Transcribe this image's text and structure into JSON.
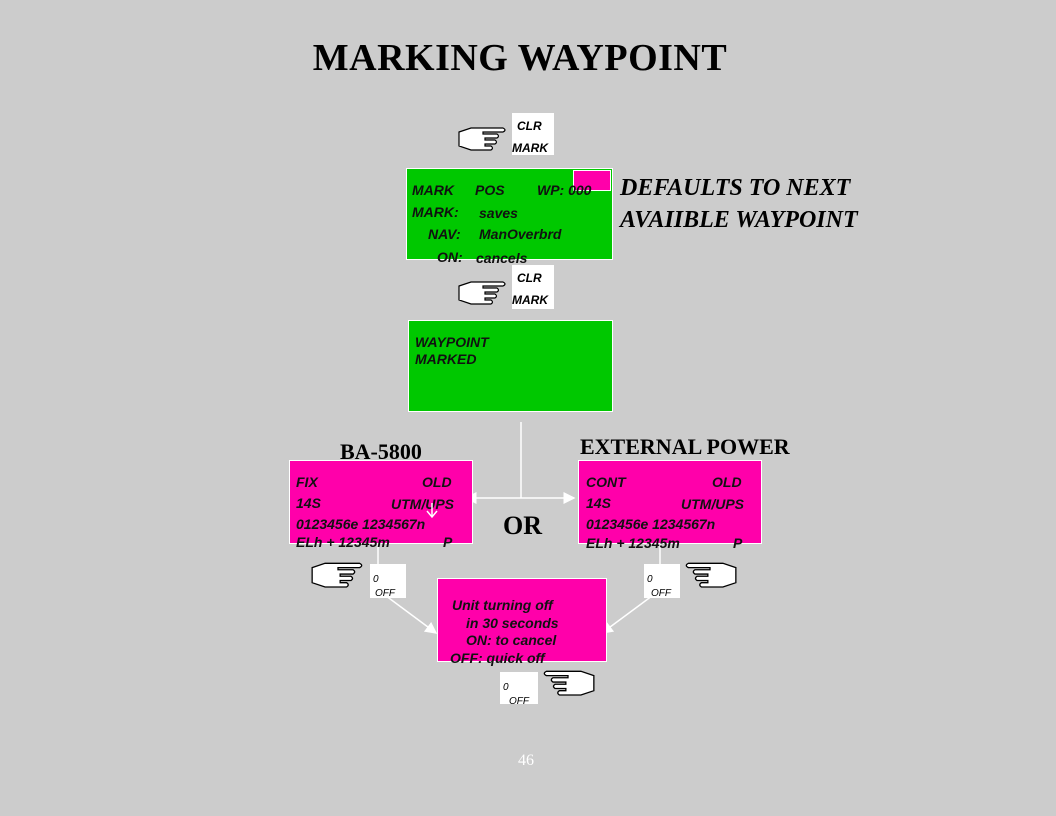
{
  "title": "MARKING  WAYPOINT",
  "keys": {
    "clr_mark_top": {
      "line1": "CLR",
      "line2": "MARK"
    },
    "clr_mark_mid": {
      "line1": "CLR",
      "line2": "MARK"
    },
    "off_left": {
      "line1": "0",
      "line2": "OFF"
    },
    "off_right": {
      "line1": "0",
      "line2": "OFF"
    },
    "off_bottom": {
      "line1": "0",
      "line2": "OFF"
    }
  },
  "note": {
    "line1": "DEFAULTS TO NEXT",
    "line2": "AVAIIBLE WAYPOINT"
  },
  "mark_screen": {
    "l1a": "MARK",
    "l1b": "POS",
    "l1c": "WP: 000",
    "l2a": "MARK:",
    "l2b": "saves",
    "l3a": "NAV:",
    "l3b": "ManOverbrd",
    "l4a": "ON:",
    "l4b": "cancels"
  },
  "marked_screen": {
    "line1": "WAYPOINT",
    "line2": "MARKED"
  },
  "labels": {
    "left": "BA-5800",
    "right": "EXTERNAL POWER",
    "or": "OR"
  },
  "left_screen": {
    "l1a": "FIX",
    "l1b": "OLD",
    "l2a": "14S",
    "l2b": "UTM/UPS",
    "l3": "0123456e 1234567n",
    "l4a": "ELh + 12345m",
    "l4b": "P"
  },
  "right_screen": {
    "l1a": "CONT",
    "l1b": "OLD",
    "l2a": "14S",
    "l2b": "UTM/UPS",
    "l3": "0123456e 1234567n",
    "l4a": "ELh + 12345m",
    "l4b": "P"
  },
  "off_screen": {
    "l1": "Unit turning off",
    "l2": "in 30 seconds",
    "l3": "ON:  to cancel",
    "l4": "OFF:  quick off"
  },
  "page_number": "46",
  "colors": {
    "background": "#cccccc",
    "green_screen": "#00c800",
    "magenta_screen": "#ff00aa",
    "key": "#ffffff"
  }
}
